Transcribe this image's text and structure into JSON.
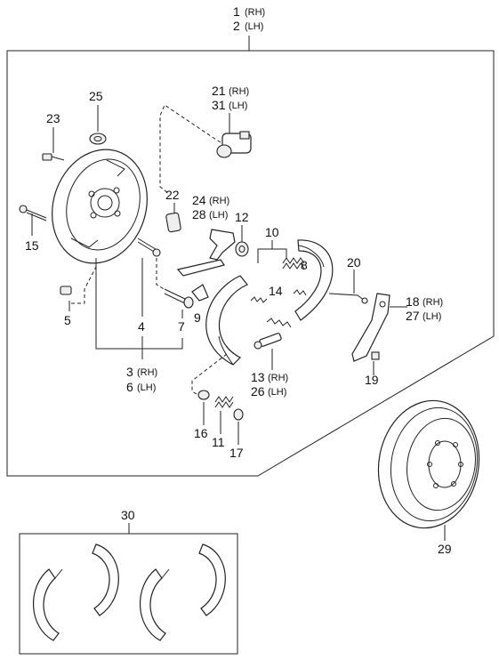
{
  "callouts": [
    {
      "id": "c1",
      "num": "1",
      "side": "(RH)"
    },
    {
      "id": "c2",
      "num": "2",
      "side": "(LH)"
    },
    {
      "id": "c21",
      "num": "21",
      "side": "(RH)"
    },
    {
      "id": "c31",
      "num": "31",
      "side": "(LH)"
    },
    {
      "id": "c25",
      "num": "25",
      "side": ""
    },
    {
      "id": "c23",
      "num": "23",
      "side": ""
    },
    {
      "id": "c22",
      "num": "22",
      "side": ""
    },
    {
      "id": "c24",
      "num": "24",
      "side": "(RH)"
    },
    {
      "id": "c28",
      "num": "28",
      "side": "(LH)"
    },
    {
      "id": "c12",
      "num": "12",
      "side": ""
    },
    {
      "id": "c15",
      "num": "15",
      "side": ""
    },
    {
      "id": "c10",
      "num": "10",
      "side": ""
    },
    {
      "id": "c8",
      "num": "8",
      "side": ""
    },
    {
      "id": "c20",
      "num": "20",
      "side": ""
    },
    {
      "id": "c14",
      "num": "14",
      "side": ""
    },
    {
      "id": "c18",
      "num": "18",
      "side": "(RH)"
    },
    {
      "id": "c27",
      "num": "27",
      "side": "(LH)"
    },
    {
      "id": "c5",
      "num": "5",
      "side": ""
    },
    {
      "id": "c9",
      "num": "9",
      "side": ""
    },
    {
      "id": "c4",
      "num": "4",
      "side": ""
    },
    {
      "id": "c7",
      "num": "7",
      "side": ""
    },
    {
      "id": "c3",
      "num": "3",
      "side": "(RH)"
    },
    {
      "id": "c6",
      "num": "6",
      "side": "(LH)"
    },
    {
      "id": "c13",
      "num": "13",
      "side": "(RH)"
    },
    {
      "id": "c26",
      "num": "26",
      "side": "(LH)"
    },
    {
      "id": "c19",
      "num": "19",
      "side": ""
    },
    {
      "id": "c16",
      "num": "16",
      "side": ""
    },
    {
      "id": "c11",
      "num": "11",
      "side": ""
    },
    {
      "id": "c17",
      "num": "17",
      "side": ""
    },
    {
      "id": "c30",
      "num": "30",
      "side": ""
    },
    {
      "id": "c29",
      "num": "29",
      "side": ""
    }
  ]
}
